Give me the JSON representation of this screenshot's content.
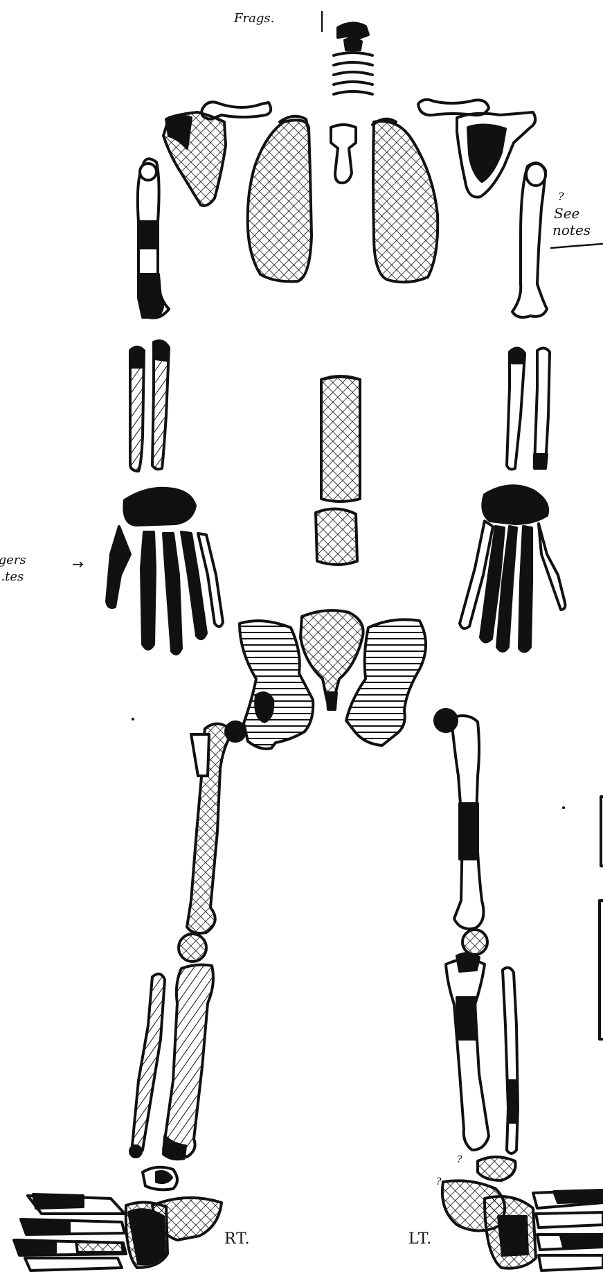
{
  "labels": {
    "top_note": "Frags.",
    "side_note_mark": "?",
    "side_note_line1": "See",
    "side_note_line2": "notes",
    "left_note_line1": "fingers",
    "left_note_line2": "...tes",
    "right_side": "RT.",
    "left_side": "LT.",
    "foot_mark_1": "?",
    "foot_mark_2": "?"
  },
  "colors": {
    "ink": "#111111",
    "paper": "#ffffff"
  }
}
